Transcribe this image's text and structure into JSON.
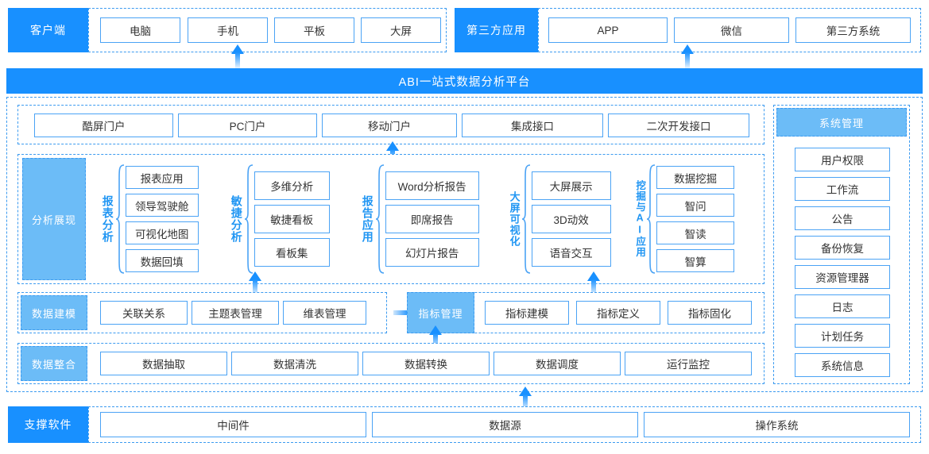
{
  "rows": {
    "client": {
      "label": "客户端",
      "items": [
        "电脑",
        "手机",
        "平板",
        "大屏"
      ]
    },
    "thirdparty": {
      "label": "第三方应用",
      "items": [
        "APP",
        "微信",
        "第三方系统"
      ]
    },
    "banner": {
      "title": "ABI一站式数据分析平台"
    },
    "portal": {
      "items": [
        "酷屏门户",
        "PC门户",
        "移动门户",
        "集成接口",
        "二次开发接口"
      ]
    },
    "analysis": {
      "label": "分析展现",
      "groups": [
        {
          "title": "报表分析",
          "items": [
            "报表应用",
            "领导驾驶舱",
            "可视化地图",
            "数据回填"
          ]
        },
        {
          "title": "敏捷分析",
          "items": [
            "多维分析",
            "敏捷看板",
            "看板集"
          ]
        },
        {
          "title": "报告应用",
          "items": [
            "Word分析报告",
            "即席报告",
            "幻灯片报告"
          ]
        },
        {
          "title": "大屏可视化",
          "items": [
            "大屏展示",
            "3D动效",
            "语音交互"
          ]
        },
        {
          "title": "挖掘与AI应用",
          "items": [
            "数据挖掘",
            "智问",
            "智读",
            "智算"
          ]
        }
      ]
    },
    "modeling": {
      "label": "数据建模",
      "items": [
        "关联关系",
        "主题表管理",
        "维表管理"
      ],
      "metric_label": "指标管理",
      "metric_items": [
        "指标建模",
        "指标定义",
        "指标固化"
      ]
    },
    "integration": {
      "label": "数据整合",
      "items": [
        "数据抽取",
        "数据清洗",
        "数据转换",
        "数据调度",
        "运行监控"
      ]
    },
    "sysmgmt": {
      "label": "系统管理",
      "items": [
        "用户权限",
        "工作流",
        "公告",
        "备份恢复",
        "资源管理器",
        "日志",
        "计划任务",
        "系统信息"
      ]
    },
    "support": {
      "label": "支撑软件",
      "items": [
        "中间件",
        "数据源",
        "操作系统"
      ]
    }
  },
  "colors": {
    "primary": "#1890ff",
    "light": "#6cbcf7",
    "border": "#4ba3f5",
    "dashed": "#3c9bf0",
    "text": "#333333"
  }
}
